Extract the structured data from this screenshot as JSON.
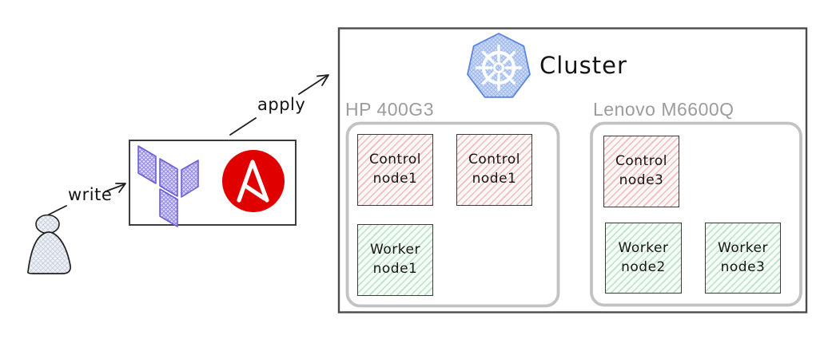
{
  "colors": {
    "stroke_dark": "#1e1e1e",
    "box_stroke": "#3c3c3c",
    "host_label_gray": "#9c9c9c",
    "host_border_gray": "#c2c2c2",
    "control_hatch_pink": "#f0bcba",
    "worker_hatch_green": "#b9e3c3",
    "terraform_purple": "#6a5fd8",
    "ansible_red": "#e00000",
    "kubernetes_blue": "#5b86e0"
  },
  "actor": {
    "icon": "person-icon"
  },
  "arrows": {
    "write_label": "write",
    "apply_label": "apply"
  },
  "tools": {
    "icons": [
      "terraform-icon",
      "ansible-icon"
    ]
  },
  "cluster": {
    "label": "Cluster",
    "icon": "kubernetes-icon",
    "hosts": [
      {
        "name": "HP 400G3",
        "nodes": [
          {
            "type": "control",
            "label": "Control\nnode1"
          },
          {
            "type": "control",
            "label": "Control\nnode1"
          },
          {
            "type": "worker",
            "label": "Worker\nnode1"
          }
        ]
      },
      {
        "name": "Lenovo M6600Q",
        "nodes": [
          {
            "type": "control",
            "label": "Control\nnode3"
          },
          {
            "type": "worker",
            "label": "Worker\nnode2"
          },
          {
            "type": "worker",
            "label": "Worker\nnode3"
          }
        ]
      }
    ]
  }
}
